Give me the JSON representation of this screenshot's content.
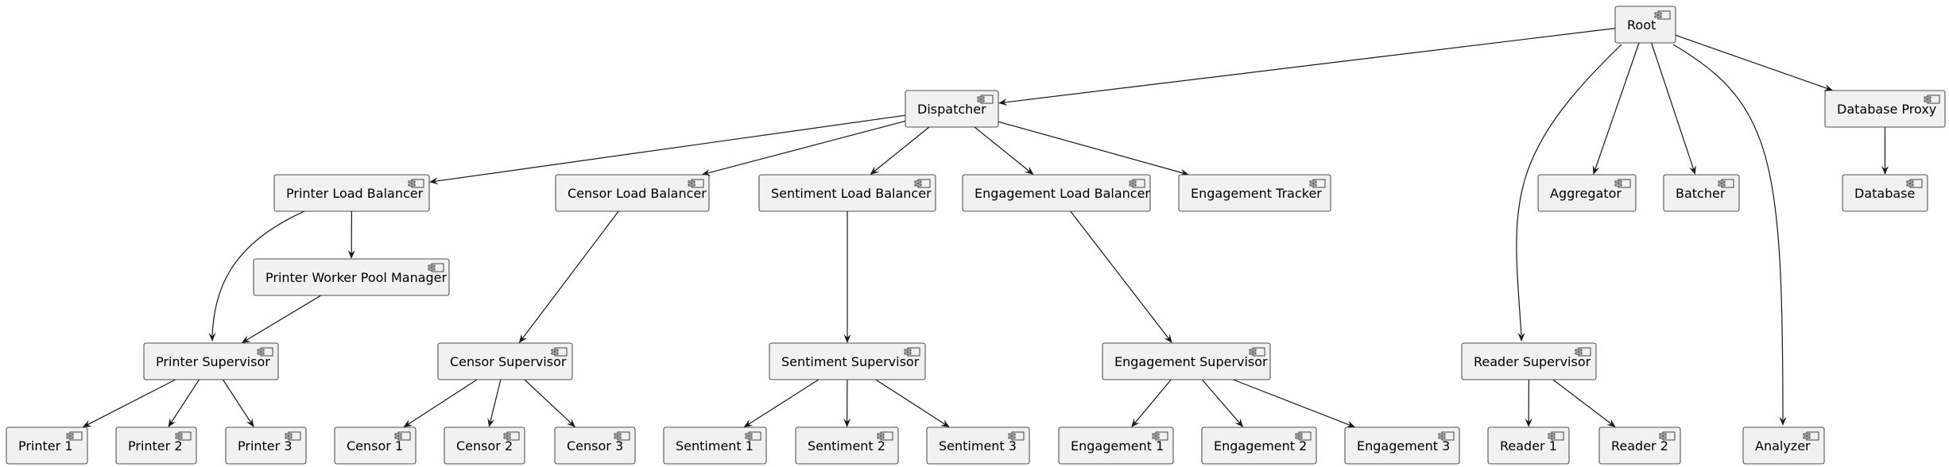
{
  "components": [
    {
      "id": "root",
      "label": "Root"
    },
    {
      "id": "dispatcher",
      "label": "Dispatcher"
    },
    {
      "id": "database-proxy",
      "label": "Database Proxy"
    },
    {
      "id": "printer-lb",
      "label": "Printer Load Balancer"
    },
    {
      "id": "censor-lb",
      "label": "Censor Load Balancer"
    },
    {
      "id": "sentiment-lb",
      "label": "Sentiment Load Balancer"
    },
    {
      "id": "engagement-lb",
      "label": "Engagement Load Balancer"
    },
    {
      "id": "engagement-tracker",
      "label": "Engagement Tracker"
    },
    {
      "id": "aggregator",
      "label": "Aggregator"
    },
    {
      "id": "batcher",
      "label": "Batcher"
    },
    {
      "id": "database",
      "label": "Database"
    },
    {
      "id": "printer-pool-manager",
      "label": "Printer Worker Pool Manager"
    },
    {
      "id": "printer-supervisor",
      "label": "Printer Supervisor"
    },
    {
      "id": "censor-supervisor",
      "label": "Censor Supervisor"
    },
    {
      "id": "sentiment-supervisor",
      "label": "Sentiment Supervisor"
    },
    {
      "id": "engagement-supervisor",
      "label": "Engagement Supervisor"
    },
    {
      "id": "reader-supervisor",
      "label": "Reader Supervisor"
    },
    {
      "id": "printer-1",
      "label": "Printer 1"
    },
    {
      "id": "printer-2",
      "label": "Printer 2"
    },
    {
      "id": "printer-3",
      "label": "Printer 3"
    },
    {
      "id": "censor-1",
      "label": "Censor 1"
    },
    {
      "id": "censor-2",
      "label": "Censor 2"
    },
    {
      "id": "censor-3",
      "label": "Censor 3"
    },
    {
      "id": "sentiment-1",
      "label": "Sentiment 1"
    },
    {
      "id": "sentiment-2",
      "label": "Sentiment 2"
    },
    {
      "id": "sentiment-3",
      "label": "Sentiment 3"
    },
    {
      "id": "engagement-1",
      "label": "Engagement 1"
    },
    {
      "id": "engagement-2",
      "label": "Engagement 2"
    },
    {
      "id": "engagement-3",
      "label": "Engagement 3"
    },
    {
      "id": "reader-1",
      "label": "Reader 1"
    },
    {
      "id": "reader-2",
      "label": "Reader 2"
    },
    {
      "id": "analyzer",
      "label": "Analyzer"
    }
  ],
  "edges": [
    {
      "from": "root",
      "to": "dispatcher"
    },
    {
      "from": "root",
      "to": "reader-supervisor"
    },
    {
      "from": "root",
      "to": "aggregator"
    },
    {
      "from": "root",
      "to": "batcher"
    },
    {
      "from": "root",
      "to": "analyzer"
    },
    {
      "from": "root",
      "to": "database-proxy"
    },
    {
      "from": "database-proxy",
      "to": "database"
    },
    {
      "from": "dispatcher",
      "to": "printer-lb"
    },
    {
      "from": "dispatcher",
      "to": "censor-lb"
    },
    {
      "from": "dispatcher",
      "to": "sentiment-lb"
    },
    {
      "from": "dispatcher",
      "to": "engagement-lb"
    },
    {
      "from": "dispatcher",
      "to": "engagement-tracker"
    },
    {
      "from": "printer-lb",
      "to": "printer-pool-manager"
    },
    {
      "from": "printer-lb",
      "to": "printer-supervisor"
    },
    {
      "from": "printer-pool-manager",
      "to": "printer-supervisor"
    },
    {
      "from": "censor-lb",
      "to": "censor-supervisor"
    },
    {
      "from": "sentiment-lb",
      "to": "sentiment-supervisor"
    },
    {
      "from": "engagement-lb",
      "to": "engagement-supervisor"
    },
    {
      "from": "printer-supervisor",
      "to": "printer-1"
    },
    {
      "from": "printer-supervisor",
      "to": "printer-2"
    },
    {
      "from": "printer-supervisor",
      "to": "printer-3"
    },
    {
      "from": "censor-supervisor",
      "to": "censor-1"
    },
    {
      "from": "censor-supervisor",
      "to": "censor-2"
    },
    {
      "from": "censor-supervisor",
      "to": "censor-3"
    },
    {
      "from": "sentiment-supervisor",
      "to": "sentiment-1"
    },
    {
      "from": "sentiment-supervisor",
      "to": "sentiment-2"
    },
    {
      "from": "sentiment-supervisor",
      "to": "sentiment-3"
    },
    {
      "from": "engagement-supervisor",
      "to": "engagement-1"
    },
    {
      "from": "engagement-supervisor",
      "to": "engagement-2"
    },
    {
      "from": "engagement-supervisor",
      "to": "engagement-3"
    },
    {
      "from": "reader-supervisor",
      "to": "reader-1"
    },
    {
      "from": "reader-supervisor",
      "to": "reader-2"
    }
  ]
}
